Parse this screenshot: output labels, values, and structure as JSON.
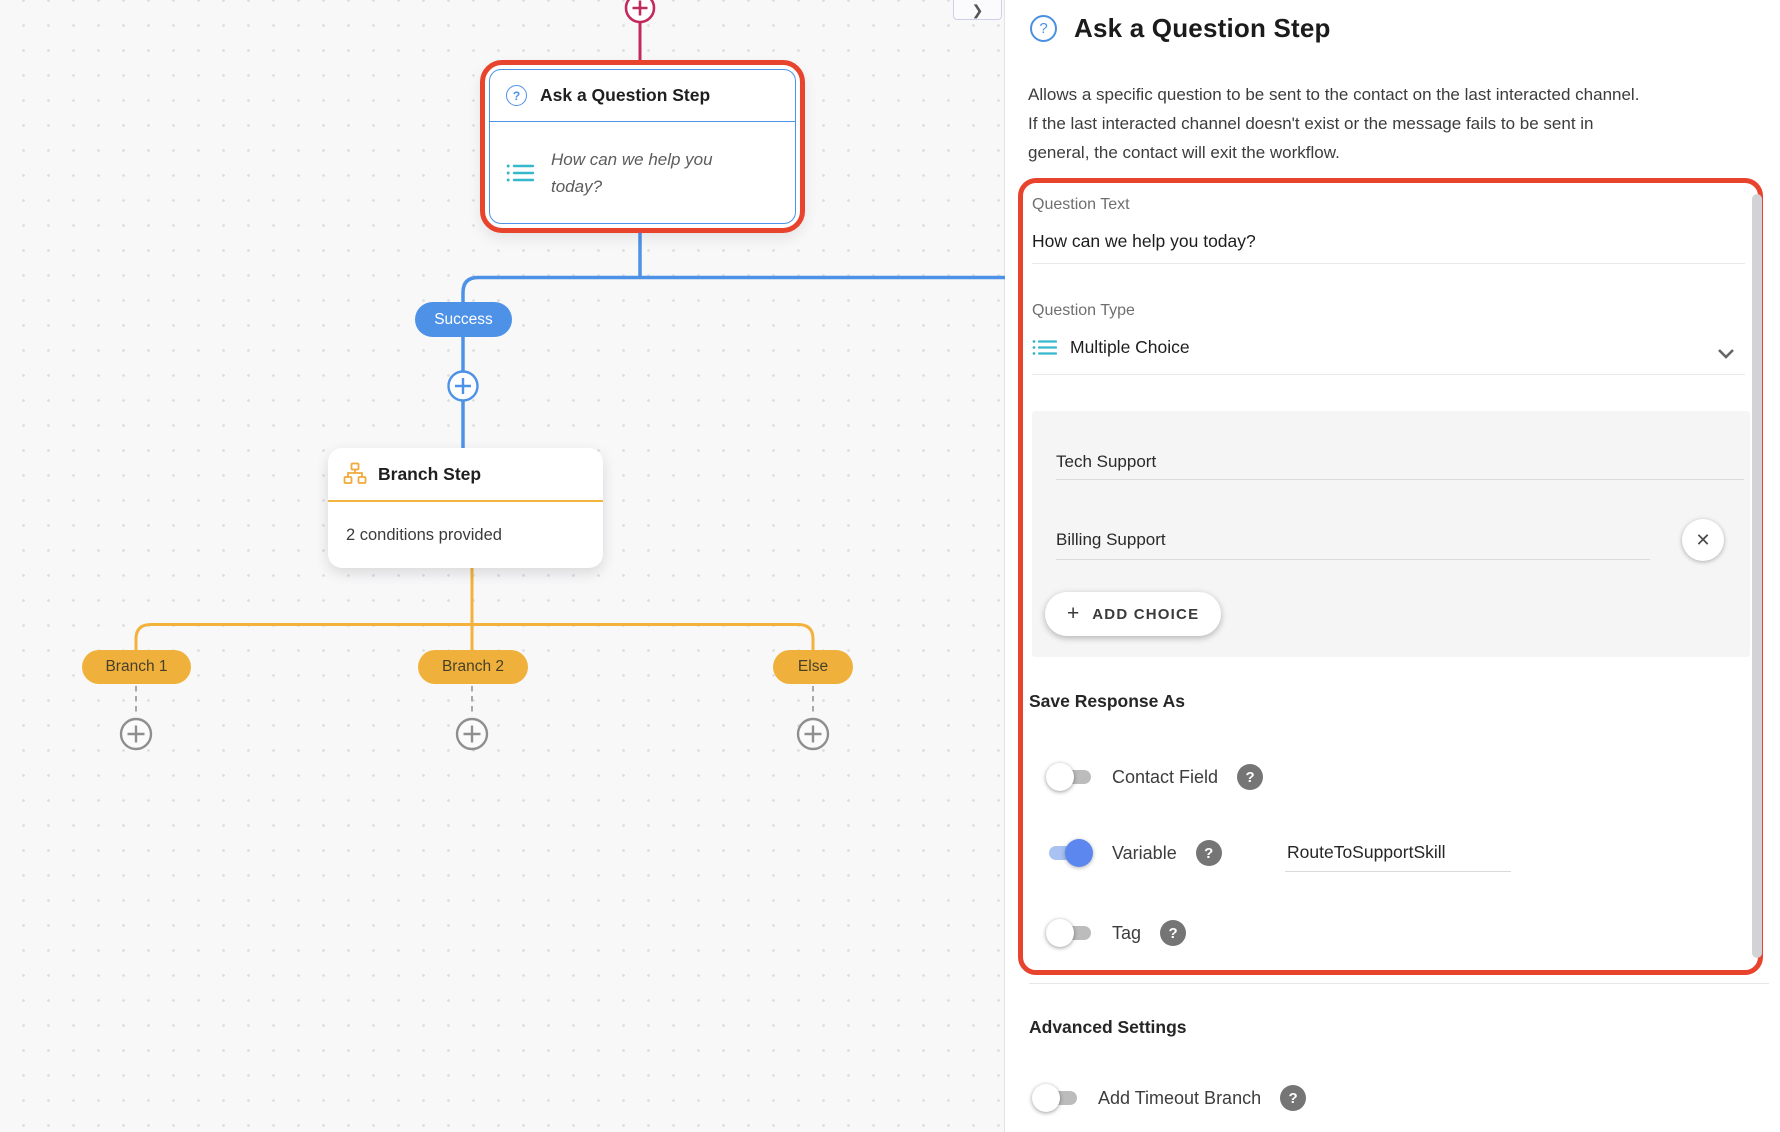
{
  "colors": {
    "highlight_red": "#e8432d",
    "blue": "#4d92e7",
    "crimson": "#c22a5d",
    "yellow": "#f0b13c",
    "teal_icon": "#35b7cc",
    "toggle_on": "#5b87ee"
  },
  "canvas": {
    "ask_node": {
      "title": "Ask a Question Step",
      "body_line1": "How can we help you",
      "body_line2": "today?"
    },
    "success_label": "Success",
    "branch_node": {
      "title": "Branch Step",
      "subtitle": "2 conditions provided"
    },
    "branches": [
      {
        "label": "Branch 1"
      },
      {
        "label": "Branch 2"
      },
      {
        "label": "Else"
      }
    ]
  },
  "panel": {
    "title": "Ask a Question Step",
    "description_lines": [
      "Allows a specific question to be sent to the contact on the last interacted channel.",
      "If the last interacted channel doesn't exist or the message fails to be sent in",
      "general, the contact will exit the workflow."
    ],
    "question_text": {
      "label": "Question Text",
      "value": "How can we help you today?"
    },
    "question_type": {
      "label": "Question Type",
      "value": "Multiple Choice"
    },
    "choices": [
      {
        "value": "Tech Support"
      },
      {
        "value": "Billing Support"
      }
    ],
    "add_choice_label": "ADD CHOICE",
    "save_response": {
      "heading": "Save Response As",
      "toggles": [
        {
          "label": "Contact Field",
          "on": false
        },
        {
          "label": "Variable",
          "on": true,
          "value": "RouteToSupportSkill"
        },
        {
          "label": "Tag",
          "on": false
        }
      ]
    },
    "advanced": {
      "heading": "Advanced Settings",
      "toggle": {
        "label": "Add Timeout Branch",
        "on": false
      }
    }
  },
  "icons": {
    "plus": "+",
    "close": "✕",
    "help": "?",
    "question": "?",
    "chevron_right": "❯"
  }
}
